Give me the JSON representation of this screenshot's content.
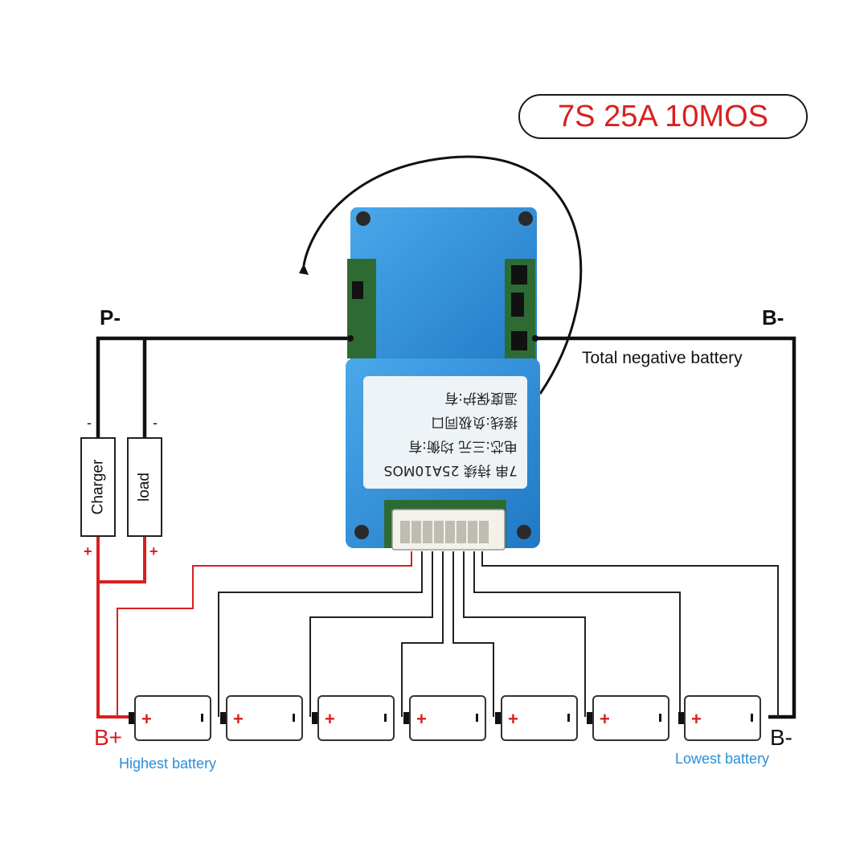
{
  "title": "7S 25A 10MOS",
  "terminals": {
    "p_minus": "P-",
    "b_minus_top": "B-",
    "b_plus": "B+",
    "b_minus_bottom": "B-"
  },
  "notes": {
    "total_negative": "Total negative battery",
    "highest": "Highest battery",
    "lowest": "Lowest battery"
  },
  "devices": {
    "charger": "Charger",
    "load": "load",
    "plus": "+",
    "minus": "-"
  },
  "board_label": {
    "line1": "7串 持续 25A10MOS",
    "line2": "电芯:三元  均衡:有",
    "line3": "接线:负极同口",
    "line4": "温度保护:有"
  },
  "battery_count": 7,
  "colors": {
    "board": "#2f8fd6",
    "wire_black": "#111111",
    "wire_red": "#d92020",
    "accent_blue": "#2a8fd8"
  }
}
